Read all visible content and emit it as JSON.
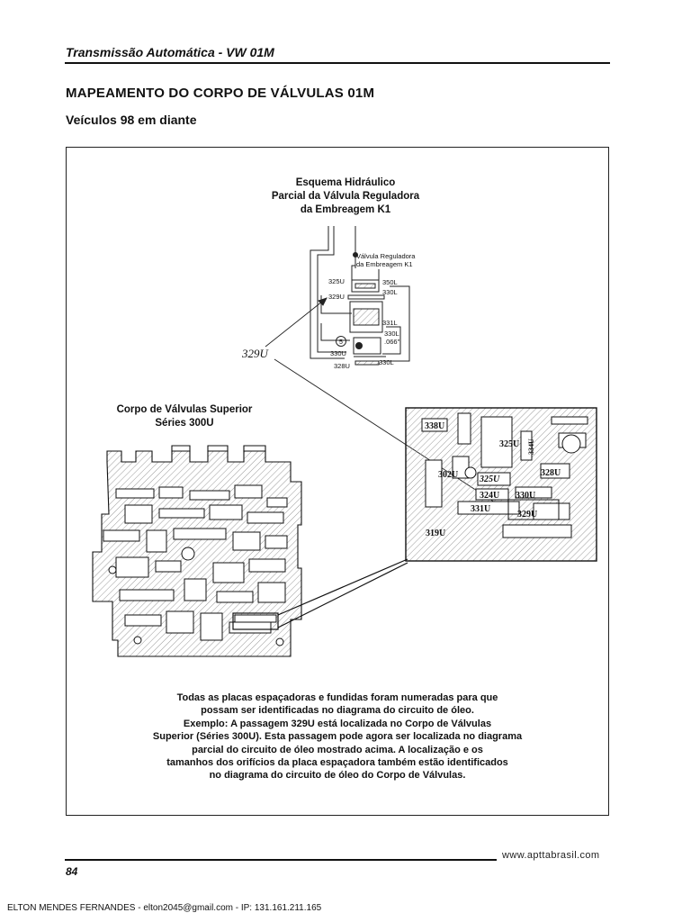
{
  "header": {
    "title": "Transmissão Automática - VW 01M"
  },
  "page_title": "MAPEAMENTO DO CORPO DE VÁLVULAS 01M",
  "page_subtitle": "Veículos 98 em diante",
  "figure": {
    "hydraulic_title": [
      "Esquema Hidráulico",
      "Parcial da Válvula Reguladora",
      "da Embreagem K1"
    ],
    "valve_label": [
      "Válvula Reguladora",
      "da Embreagem K1"
    ],
    "schematic_labels": {
      "p325U": "325U",
      "p350L": "350L",
      "p329U": "329U",
      "p330L_a": "330L",
      "p331L": "331L",
      "p330L_b": "330L",
      "p066": ".066\"",
      "num5": "5",
      "p330U": "330U",
      "p328U": "328U",
      "p330L_c": "330L"
    },
    "callout_label": "329U",
    "upper_body_title": [
      "Corpo de Válvulas Superior",
      "Séries 300U"
    ],
    "zoom_labels": {
      "z338U": "338U",
      "z325U_a": "325U",
      "z334U": "334U",
      "z302U": "302U",
      "z325U_b": "325U",
      "z328U": "328U",
      "z324U": "324U",
      "z330U": "330U",
      "z331U": "331U",
      "z329U": "329U",
      "z319U": "319U"
    }
  },
  "caption_lines": [
    "Todas as placas espaçadoras e fundidas foram numeradas para que",
    "possam ser identificadas no diagrama do circuito de óleo.",
    "Exemplo: A passagem 329U está localizada no Corpo de Válvulas",
    "Superior (Séries 300U). Esta passagem pode agora ser localizada no diagrama",
    "parcial do circuito de óleo mostrado acima. A localização e os",
    "tamanhos dos orifícios da placa espaçadora também estão identificados",
    "no diagrama do circuito de óleo do Corpo de Válvulas."
  ],
  "footer": {
    "url": "www.apttabrasil.com",
    "page_number": "84"
  },
  "watermark": "ELTON MENDES FERNANDES - elton2045@gmail.com - IP: 131.161.211.165"
}
